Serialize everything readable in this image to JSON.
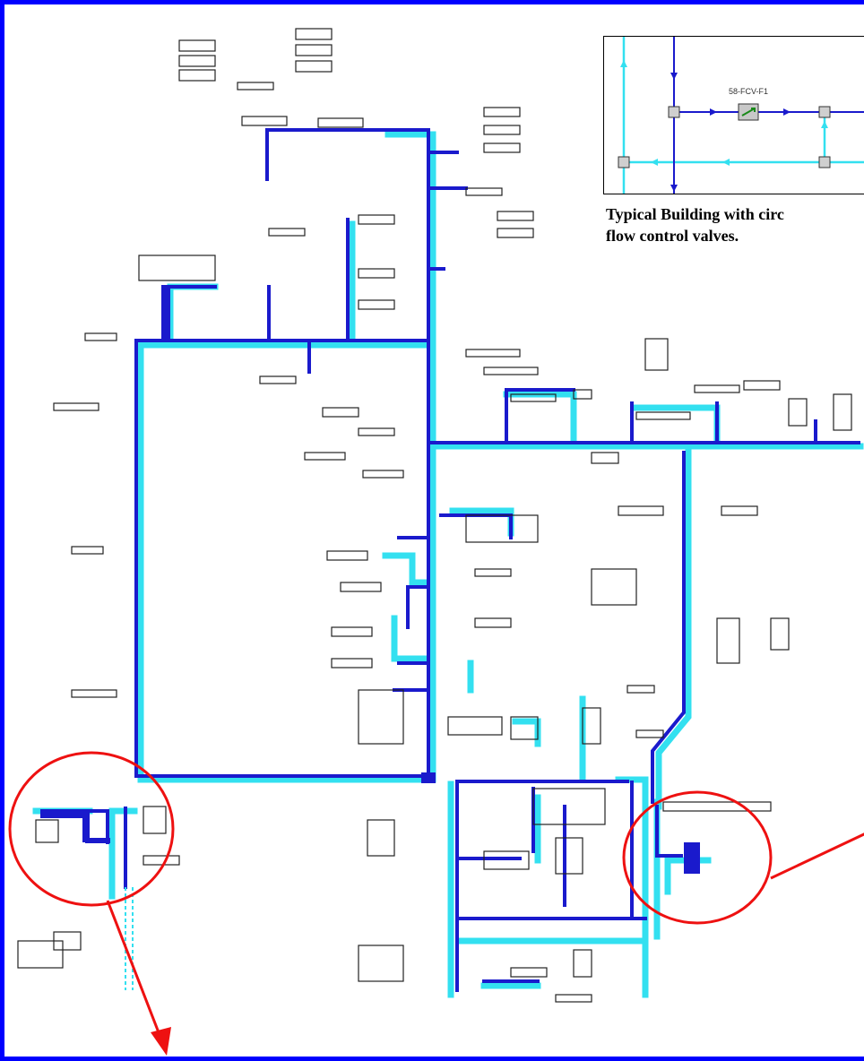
{
  "inset": {
    "valve_label": "58-FCV-F1"
  },
  "caption": {
    "line1": "Typical Building with circ",
    "line2": "flow control valves."
  },
  "colors": {
    "supply_pipe": "#1a1acc",
    "return_pipe": "#33e0f0",
    "annotation": "#ee1111",
    "frame": "#0000ff"
  }
}
